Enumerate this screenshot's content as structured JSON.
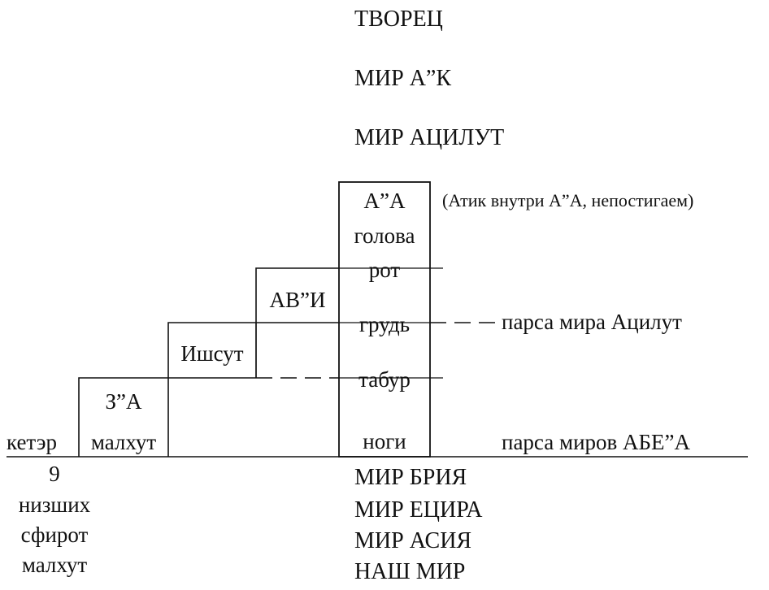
{
  "worlds_top": [
    "ТВОРЕЦ",
    "МИР А”К",
    "МИР АЦИЛУТ"
  ],
  "partzufim": {
    "arich_anpin": "А”А",
    "abba_veima": "АВ”И",
    "ishsut": "Ишсут",
    "zeir_anpin": "З”А"
  },
  "arich_anpin_parts": {
    "head": "голова",
    "mouth": "рот",
    "chest": "грудь",
    "navel": "табур",
    "legs": "ноги"
  },
  "annotations": {
    "atik_note": "(Атик внутри А”А, непостигаем)",
    "parsa_atzilut": "парса мира Ацилут",
    "parsa_abya": "парса миров АБЕ”А"
  },
  "bottom_row": {
    "keter": "кетэр",
    "malkhut": "малхут"
  },
  "worlds_bottom": [
    "МИР БРИЯ",
    "МИР ЕЦИРА",
    "МИР АСИЯ",
    "НАШ МИР"
  ],
  "lower_sefirot": [
    "9",
    "низших",
    "сфирот",
    "малхут"
  ]
}
